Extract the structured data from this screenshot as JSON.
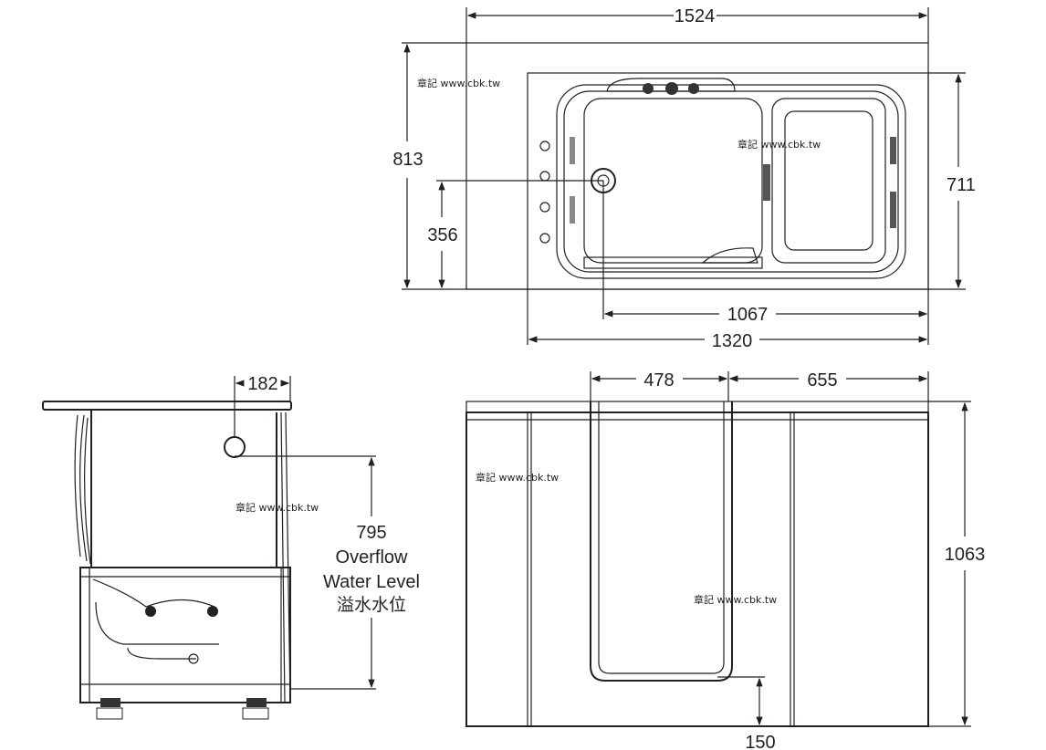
{
  "title": "Walk-in bathtub dimension drawing",
  "watermark": "章記 www.cbk.tw",
  "top_view": {
    "overall_length": "1524",
    "overall_width": "813",
    "inner_width": "711",
    "drain_offset": "356",
    "basin_length": "1067",
    "deck_length": "1320"
  },
  "side_view": {
    "overflow_offset": "182",
    "overflow_height": "795",
    "overflow_label_1": "Overflow",
    "overflow_label_2": "Water Level",
    "overflow_label_zh": "溢水水位"
  },
  "front_view": {
    "door_width": "478",
    "right_width": "655",
    "height": "1063",
    "threshold": "150"
  }
}
